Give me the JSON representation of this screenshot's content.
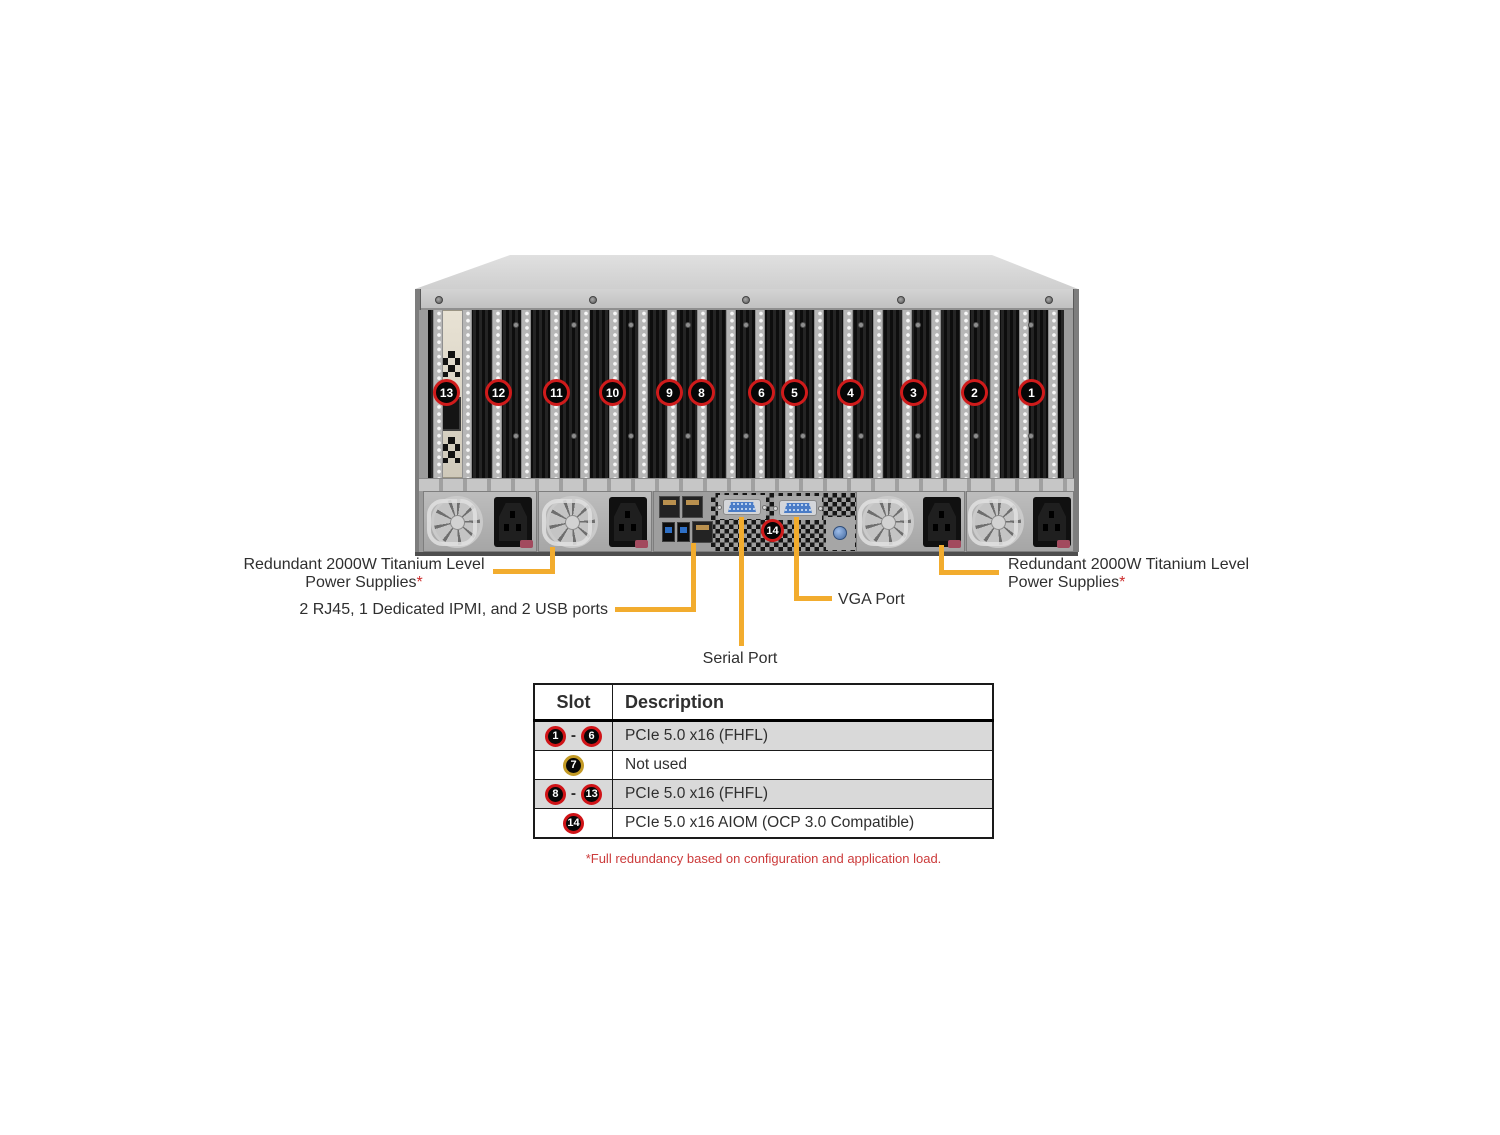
{
  "server": {
    "slot_badges": [
      "13",
      "12",
      "11",
      "10",
      "9",
      "8",
      "6",
      "5",
      "4",
      "3",
      "2",
      "1"
    ],
    "aiom_badge": "14"
  },
  "callouts": {
    "psu_left": {
      "line1": "Redundant 2000W Titanium Level",
      "line2": "Power Supplies",
      "asterisk": "*"
    },
    "ports": {
      "text": "2 RJ45, 1 Dedicated IPMI, and 2 USB ports"
    },
    "serial": {
      "text": "Serial Port"
    },
    "vga": {
      "text": "VGA Port"
    },
    "psu_right": {
      "line1": "Redundant 2000W Titanium Level",
      "line2": "Power Supplies",
      "asterisk": "*"
    }
  },
  "table": {
    "headers": {
      "slot": "Slot",
      "description": "Description"
    },
    "rows": [
      {
        "badge_a": "1",
        "separator": "-",
        "badge_b": "6",
        "description": "PCIe 5.0 x16 (FHFL)",
        "variant": "red"
      },
      {
        "badge_a": "7",
        "description": "Not used",
        "variant": "gold"
      },
      {
        "badge_a": "8",
        "separator": "-",
        "badge_b": "13",
        "description": "PCIe 5.0 x16 (FHFL)",
        "variant": "red"
      },
      {
        "badge_a": "14",
        "description": "PCIe 5.0 x16 AIOM (OCP 3.0 Compatible)",
        "variant": "red"
      }
    ]
  },
  "footnote": "*Full redundancy based on configuration and application load.",
  "colors": {
    "callout_line": "#F2AC2E",
    "badge_red_ring": "#CF1B1B",
    "badge_gold_ring": "#C39A25",
    "table_row_gray": "#D9D9D9",
    "footnote_red": "#CC3B3B"
  }
}
